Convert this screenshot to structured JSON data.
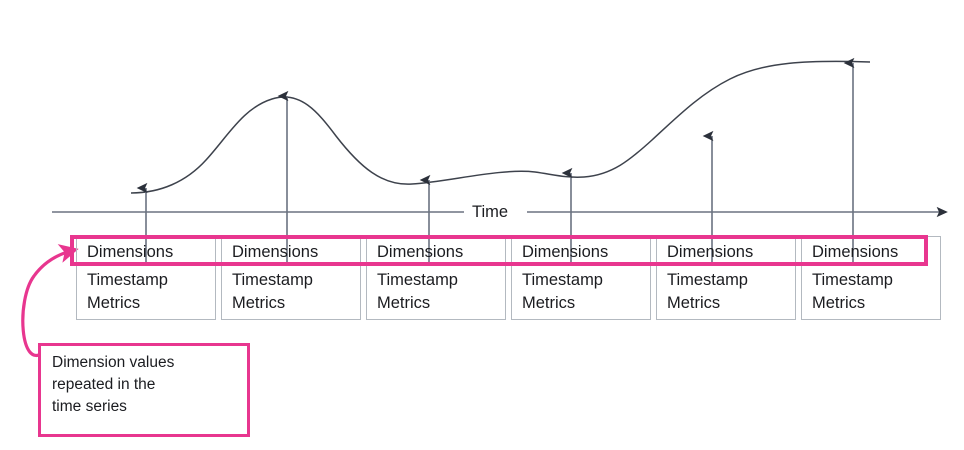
{
  "diagram": {
    "title_axis_label": "Time",
    "colors": {
      "accent_pink": "#e8368f",
      "axis_gray": "#6b7280",
      "curve_gray": "#3d424c",
      "box_border": "#b3b9c0",
      "text": "#1b1c20",
      "background": "#ffffff"
    },
    "callout": {
      "text": "Dimension values\nrepeated in the\ntime series"
    },
    "record_fields": {
      "dimensions": "Dimensions",
      "timestamp": "Timestamp",
      "metrics": "Metrics"
    },
    "records": [
      {
        "dimensions": "Dimensions",
        "timestamp": "Timestamp",
        "metrics": "Metrics"
      },
      {
        "dimensions": "Dimensions",
        "timestamp": "Timestamp",
        "metrics": "Metrics"
      },
      {
        "dimensions": "Dimensions",
        "timestamp": "Timestamp",
        "metrics": "Metrics"
      },
      {
        "dimensions": "Dimensions",
        "timestamp": "Timestamp",
        "metrics": "Metrics"
      },
      {
        "dimensions": "Dimensions",
        "timestamp": "Timestamp",
        "metrics": "Metrics"
      },
      {
        "dimensions": "Dimensions",
        "timestamp": "Timestamp",
        "metrics": "Metrics"
      }
    ]
  },
  "chart_data": {
    "type": "line",
    "title": "",
    "xlabel": "Time",
    "ylabel": "",
    "grid": false,
    "legend": false,
    "x": [
      146,
      287,
      429,
      571,
      712,
      853
    ],
    "values": [
      193,
      98,
      184,
      176,
      139,
      66
    ],
    "series": [
      {
        "name": "time-series-curve",
        "sample_x": [
          146,
          287,
          429,
          571,
          712,
          853
        ],
        "sample_y": [
          193,
          98,
          184,
          176,
          139,
          66
        ]
      }
    ],
    "annotations": [
      "Six sample arrows point from the time axis up to the curve",
      "Each sample maps to a record containing Dimensions, Timestamp, Metrics"
    ]
  }
}
